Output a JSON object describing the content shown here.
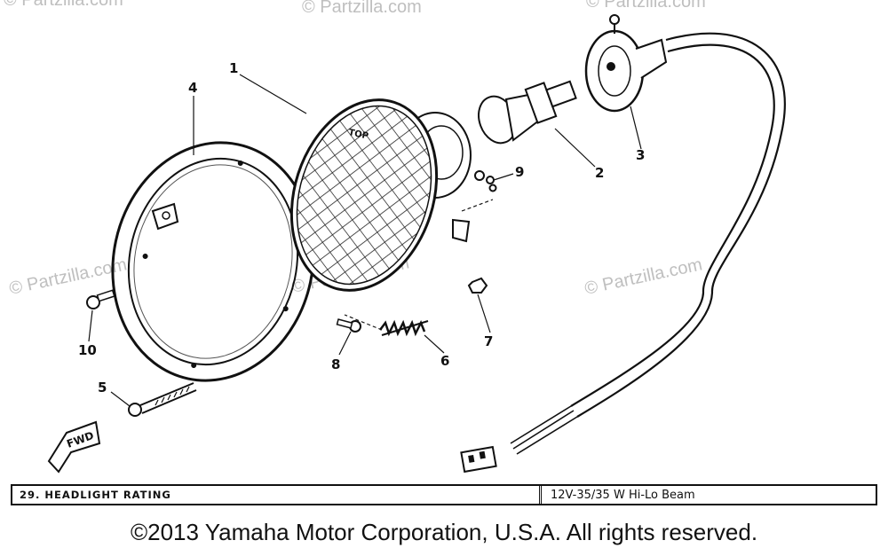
{
  "watermarks": [
    "© Partzilla.com",
    "© Partzilla.com",
    "© Partzilla.com",
    "© Partzilla.com",
    "© Partzilla.com",
    "© Partzilla.com"
  ],
  "parts": {
    "headlight_unit": "1",
    "bulb": "2",
    "socket_cord": "3",
    "rim": "4",
    "screw_long": "5",
    "spring": "6",
    "nut": "7",
    "screw_adjust": "8",
    "washer_set": "9",
    "screw_rim": "10"
  },
  "lens_text": "TOP",
  "fwd_label": "FWD",
  "rating": {
    "label": "29.  HEADLIGHT RATING",
    "value": "12V-35/35 W Hi-Lo Beam"
  },
  "copyright": "©2013 Yamaha Motor Corporation, U.S.A. All rights reserved."
}
